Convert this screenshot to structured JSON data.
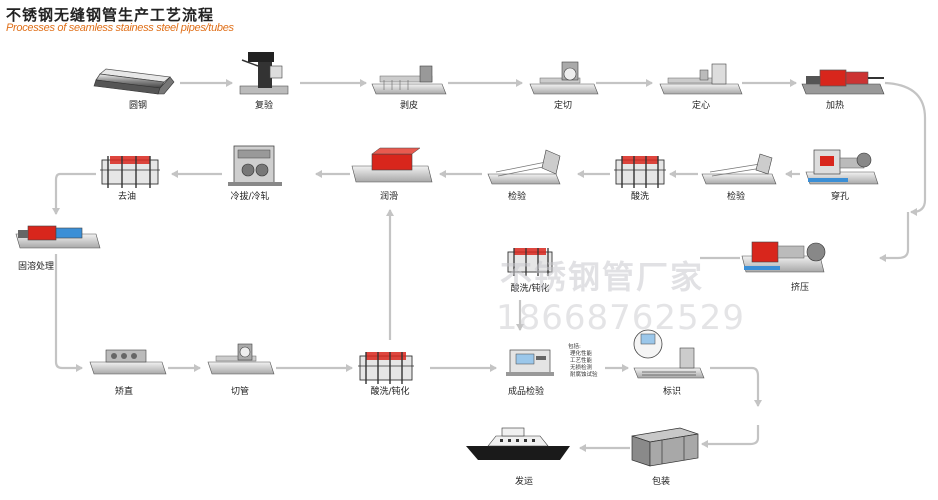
{
  "title": "不锈钢无缝钢管生产工艺流程",
  "subtitle": "Processes of seamless stainess steel pipes/tubes",
  "steps": [
    {
      "id": "round-steel",
      "label": "圆钢",
      "icon": "steel-bar-icon"
    },
    {
      "id": "re-inspection",
      "label": "复验",
      "icon": "inspection-press-icon"
    },
    {
      "id": "peeling",
      "label": "剥皮",
      "icon": "peeling-machine-icon"
    },
    {
      "id": "cutting",
      "label": "定切",
      "icon": "cutting-saw-icon"
    },
    {
      "id": "centering",
      "label": "定心",
      "icon": "centering-machine-icon"
    },
    {
      "id": "heating",
      "label": "加热",
      "icon": "heating-furnace-icon"
    },
    {
      "id": "piercing",
      "label": "穿孔",
      "icon": "piercing-mill-icon"
    },
    {
      "id": "inspection-1",
      "label": "检验",
      "icon": "inspection-bench-icon"
    },
    {
      "id": "pickling-1",
      "label": "酸洗",
      "icon": "pickling-tank-icon"
    },
    {
      "id": "inspection-2",
      "label": "检验",
      "icon": "inspection-bench-icon"
    },
    {
      "id": "lubrication",
      "label": "润滑",
      "icon": "lubrication-tank-icon"
    },
    {
      "id": "cold-draw",
      "label": "冷拔/冷轧",
      "icon": "cold-rolling-mill-icon"
    },
    {
      "id": "degreasing",
      "label": "去油",
      "icon": "degreasing-tank-icon"
    },
    {
      "id": "solution-treatment",
      "label": "固溶处理",
      "icon": "solution-furnace-icon"
    },
    {
      "id": "extrusion",
      "label": "挤压",
      "icon": "extrusion-press-icon"
    },
    {
      "id": "pickling-passivation-1",
      "label": "酸洗/钝化",
      "icon": "pickling-tank-icon"
    },
    {
      "id": "straightening",
      "label": "矫直",
      "icon": "straightening-machine-icon"
    },
    {
      "id": "tube-cutting",
      "label": "切管",
      "icon": "tube-cutter-icon"
    },
    {
      "id": "pickling-passivation-2",
      "label": "酸洗/钝化",
      "icon": "pickling-tank-icon"
    },
    {
      "id": "final-inspection",
      "label": "成品检验",
      "icon": "testing-machine-icon"
    },
    {
      "id": "marking",
      "label": "标识",
      "icon": "marking-machine-icon"
    },
    {
      "id": "packaging",
      "label": "包装",
      "icon": "package-bundle-icon"
    },
    {
      "id": "shipping",
      "label": "发运",
      "icon": "ship-icon"
    }
  ],
  "inspection_notes": [
    "包括:",
    "理化性能",
    "工艺性能",
    "无损检测",
    "耐腐蚀试验"
  ],
  "watermark": {
    "text": "不锈钢管厂家",
    "phone": "18668762529"
  },
  "colors": {
    "arrow": "#c4c4c4",
    "accent_red": "#d8261c",
    "accent_blue": "#3b8fd6",
    "machine_gray": "#8a8a8a",
    "subtitle": "#e0701a"
  }
}
